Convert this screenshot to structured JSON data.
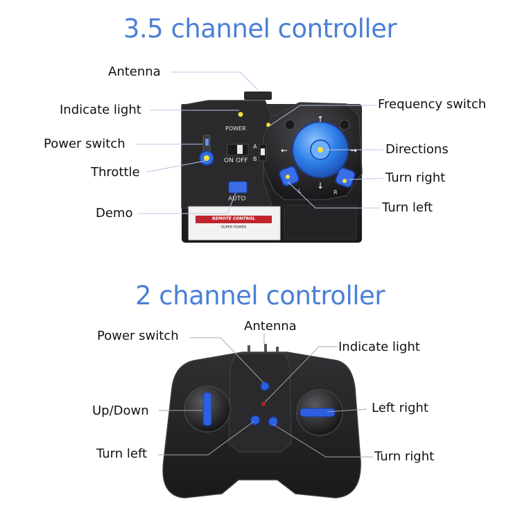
{
  "top": {
    "title": "3.5 channel controller",
    "labels": {
      "antenna": "Antenna",
      "indicate_light": "Indicate light",
      "power_switch": "Power switch",
      "throttle": "Throttle",
      "demo": "Demo",
      "frequency_switch": "Frequency switch",
      "directions": "Directions",
      "turn_right": "Turn right",
      "turn_left": "Turn left"
    },
    "device_text": {
      "power": "POWER",
      "on": "ON",
      "off": "OFF",
      "a": "A",
      "b": "B",
      "auto": "AUTO",
      "l": "L",
      "r": "R",
      "sticker_line1": "REMOTE CONTROL",
      "sticker_line2": "SUPER POWER"
    }
  },
  "bottom": {
    "title": "2 channel controller",
    "labels": {
      "power_switch": "Power switch",
      "antenna": "Antenna",
      "indicate_light": "Indicate light",
      "up_down": "Up/Down",
      "left_right": "Left right",
      "turn_left": "Turn left",
      "turn_right": "Turn right"
    }
  },
  "colors": {
    "title": "#4a7fd6",
    "body": "#1c1c1e",
    "accent_blue": "#2b4fd8",
    "light_blue": "#5a9af0",
    "yellow": "#f5e23a"
  }
}
